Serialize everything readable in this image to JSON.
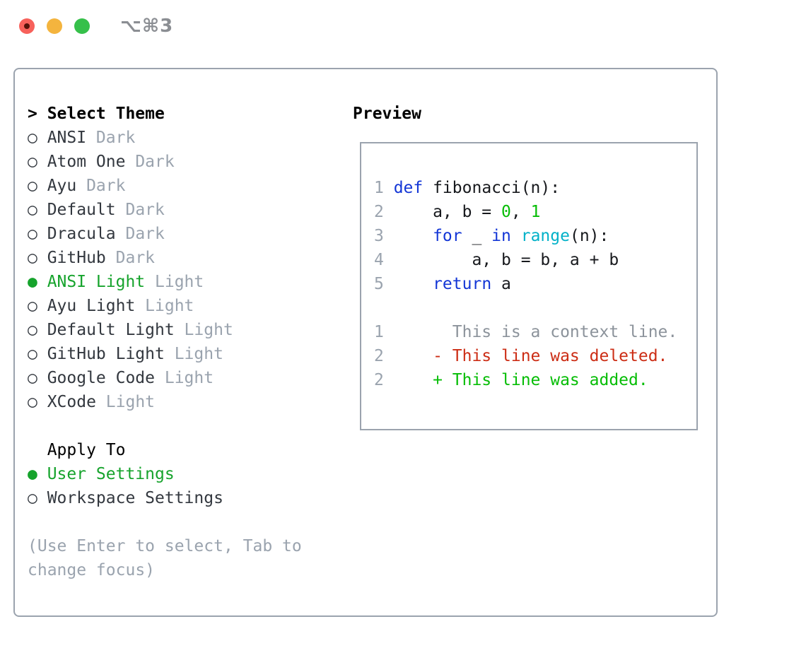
{
  "window": {
    "title": "⌥⌘3",
    "traffic_lights": [
      {
        "name": "close",
        "color": "#f7615b",
        "dot": "#551209"
      },
      {
        "name": "minimize",
        "color": "#f4b43e"
      },
      {
        "name": "zoom",
        "color": "#36c04a"
      }
    ]
  },
  "colors": {
    "selection_green": "#16a32c",
    "added_green": "#06bd06",
    "number_green": "#06bd06",
    "deleted_red": "#cc2d15",
    "keyword_blue": "#1336d6",
    "builtin_cyan": "#02b1c8",
    "muted_gray": "#9aa3ae",
    "context_gray": "#8c939b",
    "text_dark": "#33383f",
    "code_black": "#17191d",
    "border_gray": "#9ba3ae"
  },
  "theme_list": {
    "prompt": ">",
    "header": "Select Theme",
    "marker_selected": "●",
    "marker_unselected": "○",
    "items": [
      {
        "name": "ANSI",
        "variant": "Dark",
        "selected": false
      },
      {
        "name": "Atom One",
        "variant": "Dark",
        "selected": false
      },
      {
        "name": "Ayu",
        "variant": "Dark",
        "selected": false
      },
      {
        "name": "Default",
        "variant": "Dark",
        "selected": false
      },
      {
        "name": "Dracula",
        "variant": "Dark",
        "selected": false
      },
      {
        "name": "GitHub",
        "variant": "Dark",
        "selected": false
      },
      {
        "name": "ANSI Light",
        "variant": "Light",
        "selected": true
      },
      {
        "name": "Ayu Light",
        "variant": "Light",
        "selected": false
      },
      {
        "name": "Default Light",
        "variant": "Light",
        "selected": false
      },
      {
        "name": "GitHub Light",
        "variant": "Light",
        "selected": false
      },
      {
        "name": "Google Code",
        "variant": "Light",
        "selected": false
      },
      {
        "name": "XCode",
        "variant": "Light",
        "selected": false
      }
    ]
  },
  "apply_to": {
    "header": "Apply To",
    "options": [
      {
        "label": "User Settings",
        "selected": true
      },
      {
        "label": "Workspace Settings",
        "selected": false
      }
    ]
  },
  "help_text": "(Use Enter to select, Tab to change focus)",
  "preview": {
    "header": "Preview",
    "lines": [
      {
        "num": "1",
        "segments": [
          {
            "t": "def",
            "c": "kw"
          },
          {
            "t": " fibonacci(n):",
            "c": "plain"
          }
        ]
      },
      {
        "num": "2",
        "segments": [
          {
            "t": "    a, b = ",
            "c": "plain"
          },
          {
            "t": "0",
            "c": "num"
          },
          {
            "t": ", ",
            "c": "plain"
          },
          {
            "t": "1",
            "c": "num"
          }
        ]
      },
      {
        "num": "3",
        "segments": [
          {
            "t": "    ",
            "c": "plain"
          },
          {
            "t": "for",
            "c": "kw"
          },
          {
            "t": " _ ",
            "c": "plain"
          },
          {
            "t": "in",
            "c": "kw"
          },
          {
            "t": " ",
            "c": "plain"
          },
          {
            "t": "range",
            "c": "builtin"
          },
          {
            "t": "(n):",
            "c": "plain"
          }
        ]
      },
      {
        "num": "4",
        "segments": [
          {
            "t": "        a, b = b, a + b",
            "c": "plain"
          }
        ]
      },
      {
        "num": "5",
        "segments": [
          {
            "t": "    ",
            "c": "plain"
          },
          {
            "t": "return",
            "c": "kw"
          },
          {
            "t": " a",
            "c": "plain"
          }
        ]
      },
      {
        "num": "",
        "segments": []
      },
      {
        "num": "1",
        "segments": [
          {
            "t": "      This is a context line.",
            "c": "ctx"
          }
        ]
      },
      {
        "num": "2",
        "segments": [
          {
            "t": "    - This line was deleted.",
            "c": "del"
          }
        ]
      },
      {
        "num": "2",
        "segments": [
          {
            "t": "    + This line was added.",
            "c": "add"
          }
        ]
      }
    ]
  }
}
